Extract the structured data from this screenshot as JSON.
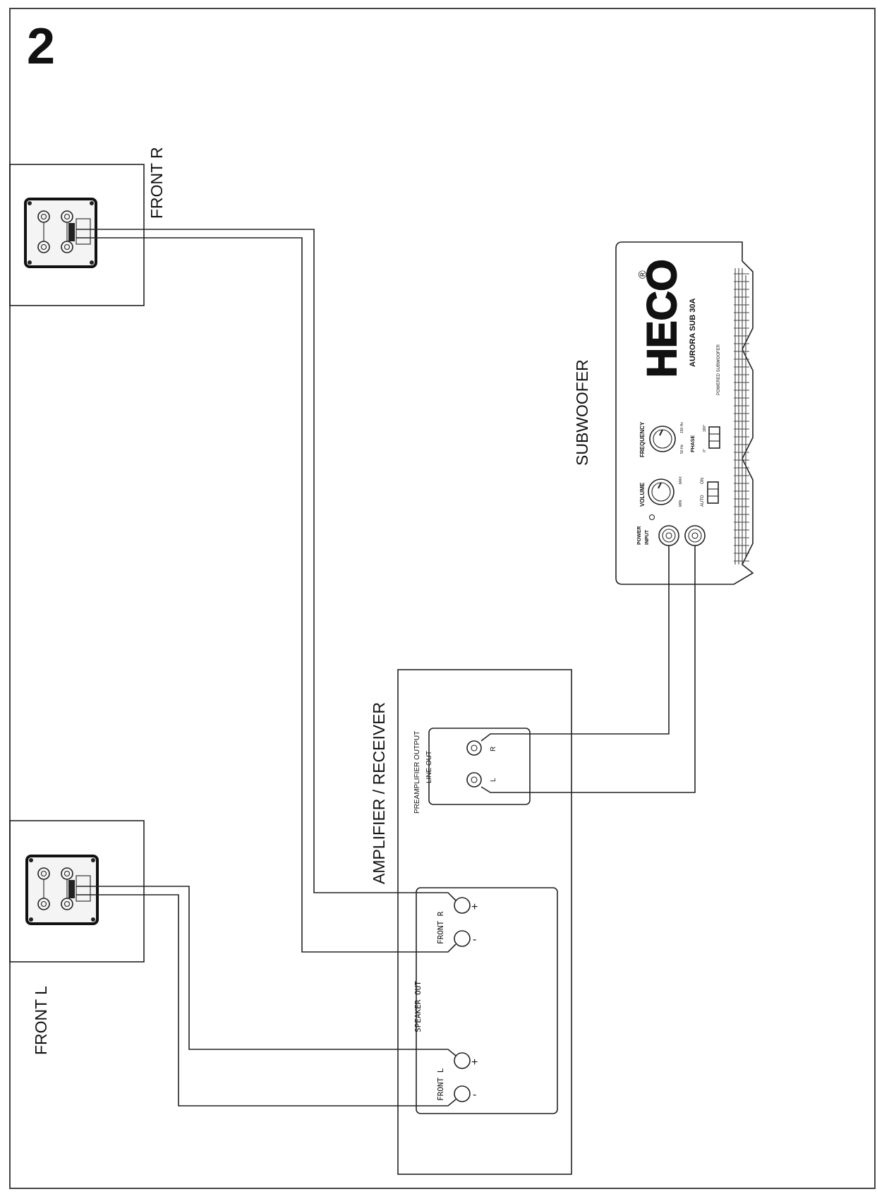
{
  "figure_number": "2",
  "labels": {
    "front_r": "FRONT R",
    "front_l": "FRONT L",
    "subwoofer": "SUBWOOFER",
    "amplifier": "AMPLIFIER / RECEIVER"
  },
  "amplifier": {
    "preamp_output": "PREAMPLIFIER OUTPUT",
    "line_out": "LINE OUT",
    "line_r": "R",
    "line_l": "L",
    "speaker_out": "SPEAKER OUT",
    "front_r": "FRONT R",
    "front_l": "FRONT L",
    "plus": "+",
    "minus": "-"
  },
  "subwoofer": {
    "brand": "HECO",
    "registered": "®",
    "model": "AURORA SUB 30A",
    "subtitle": "POWERED SUBWOOFER",
    "power": "POWER",
    "input": "INPUT",
    "volume": "VOLUME",
    "volume_min": "MIN",
    "volume_max": "MAX",
    "frequency": "FREQUENCY",
    "freq_low": "50 Hz",
    "freq_high": "150 Hz",
    "phase": "PHASE",
    "phase_0": "0°",
    "phase_180": "180°",
    "auto": "AUTO",
    "on": "ON"
  }
}
